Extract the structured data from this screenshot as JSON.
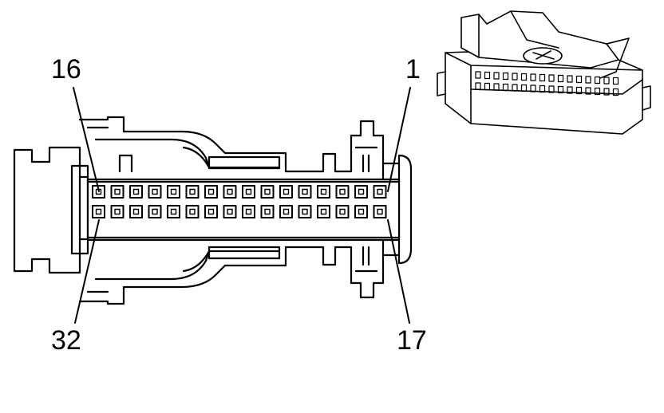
{
  "colors": {
    "line": "#000000",
    "fill": "#ffffff"
  },
  "pin_labels": {
    "top_left": "16",
    "top_right": "1",
    "bottom_left": "32",
    "bottom_right": "17"
  },
  "connector": {
    "rows": 2,
    "cavities_per_row": 16
  }
}
